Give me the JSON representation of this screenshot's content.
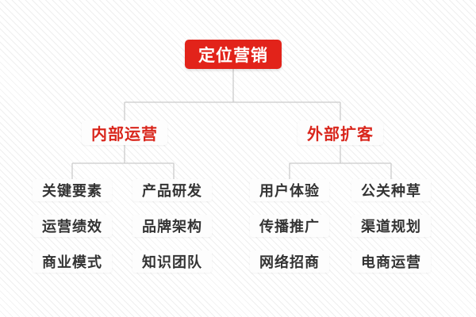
{
  "diagram": {
    "type": "mindmap-orgchart",
    "root": {
      "label": "定位营销"
    },
    "branches": [
      {
        "label": "内部运营",
        "children": [
          "关键要素",
          "产品研发",
          "运营绩效",
          "品牌架构",
          "商业模式",
          "知识团队"
        ]
      },
      {
        "label": "外部扩客",
        "children": [
          "用户体验",
          "公关种草",
          "传播推广",
          "渠道规划",
          "网络招商",
          "电商运营"
        ]
      }
    ]
  },
  "palette": {
    "root_bg": "#e2231a",
    "root_text": "#ffffff",
    "branch_text": "#d9261c",
    "node_bg": "#fdfdfd",
    "leaf_text": "#333333",
    "connector": "#cbcbcb",
    "background_stripe": "#efefef"
  }
}
